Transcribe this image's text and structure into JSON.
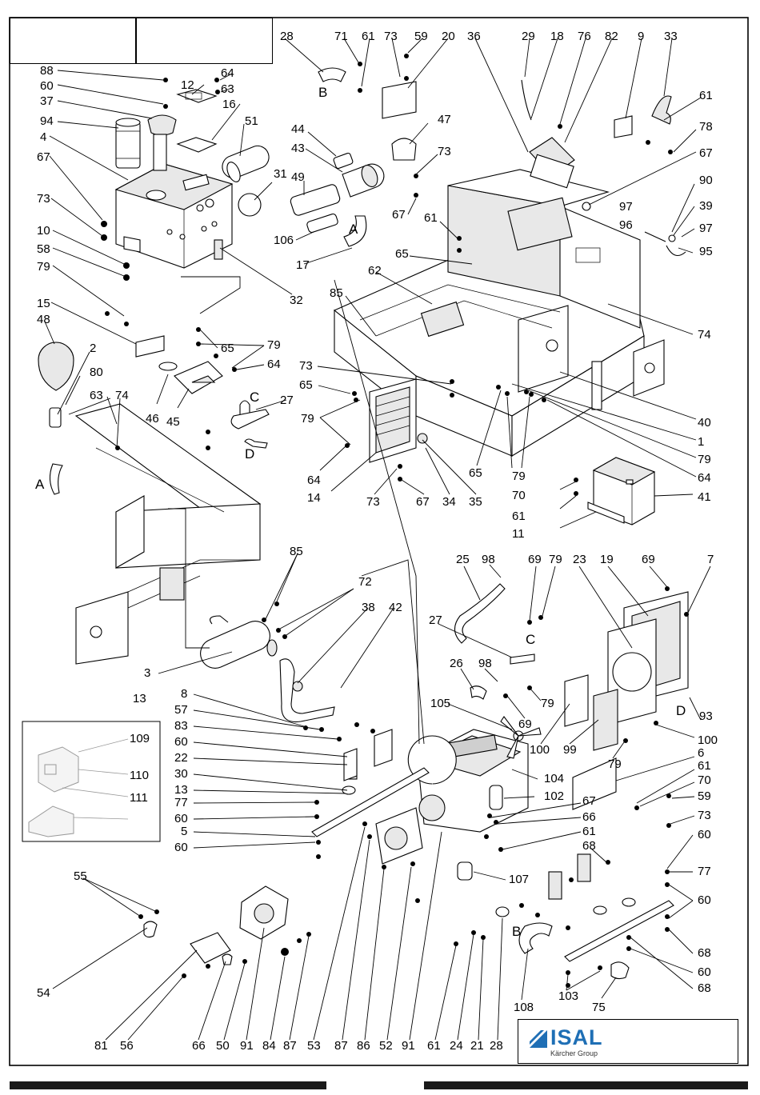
{
  "brand": {
    "name": "ISAL",
    "group": "Kärcher Group",
    "accent_color": "#1f6fb5"
  },
  "title_block": {
    "cell_1": "",
    "cell_2": ""
  },
  "connector_letters": [
    "A",
    "B",
    "C",
    "D"
  ],
  "callouts": [
    "88",
    "60",
    "37",
    "94",
    "4",
    "67",
    "73",
    "10",
    "58",
    "79",
    "15",
    "48",
    "2",
    "80",
    "63",
    "74",
    "12",
    "64",
    "63",
    "16",
    "51",
    "28",
    "71",
    "61",
    "73",
    "59",
    "20",
    "36",
    "29",
    "18",
    "76",
    "82",
    "9",
    "33",
    "61",
    "78",
    "67",
    "90",
    "39",
    "97",
    "96",
    "97",
    "95",
    "44",
    "43",
    "49",
    "106",
    "31",
    "17",
    "47",
    "73",
    "67",
    "61",
    "65",
    "62",
    "85",
    "32",
    "65",
    "79",
    "64",
    "46",
    "45",
    "27",
    "73",
    "65",
    "79",
    "64",
    "14",
    "73",
    "67",
    "34",
    "35",
    "65",
    "79",
    "40",
    "1",
    "79",
    "64",
    "74",
    "70",
    "61",
    "11",
    "41",
    "85",
    "72",
    "38",
    "42",
    "3",
    "13",
    "8",
    "57",
    "83",
    "60",
    "22",
    "30",
    "13",
    "77",
    "60",
    "5",
    "60",
    "25",
    "98",
    "69",
    "79",
    "23",
    "19",
    "69",
    "7",
    "27",
    "26",
    "98",
    "79",
    "69",
    "105",
    "100",
    "99",
    "79",
    "93",
    "100",
    "104",
    "102",
    "6",
    "61",
    "70",
    "59",
    "73",
    "67",
    "66",
    "61",
    "68",
    "107",
    "60",
    "77",
    "60",
    "68",
    "60",
    "68",
    "103",
    "75",
    "55",
    "54",
    "81",
    "56",
    "66",
    "50",
    "91",
    "84",
    "87",
    "53",
    "87",
    "86",
    "52",
    "91",
    "61",
    "24",
    "21",
    "28",
    "108",
    "109",
    "110",
    "111"
  ]
}
